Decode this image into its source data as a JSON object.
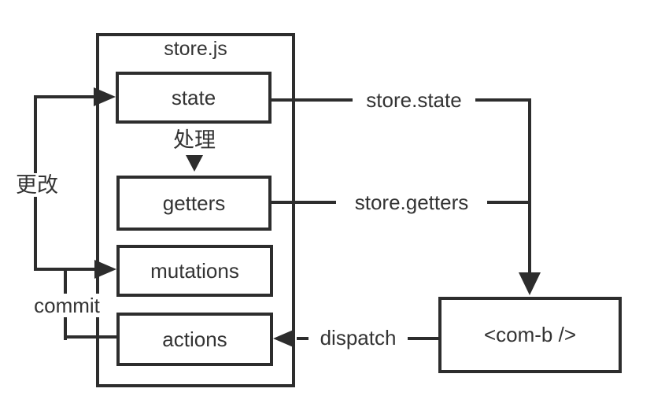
{
  "diagram": {
    "title": "store.js",
    "nodes": {
      "state": "state",
      "getters": "getters",
      "mutations": "mutations",
      "actions": "actions",
      "component": "<com-b />"
    },
    "labels": {
      "change": "更改",
      "process": "处理",
      "commit": "commit",
      "dispatch": "dispatch",
      "store_state": "store.state",
      "store_getters": "store.getters"
    },
    "colors": {
      "line": "#2d2d2d",
      "text": "#333333",
      "background": "#ffffff"
    }
  }
}
